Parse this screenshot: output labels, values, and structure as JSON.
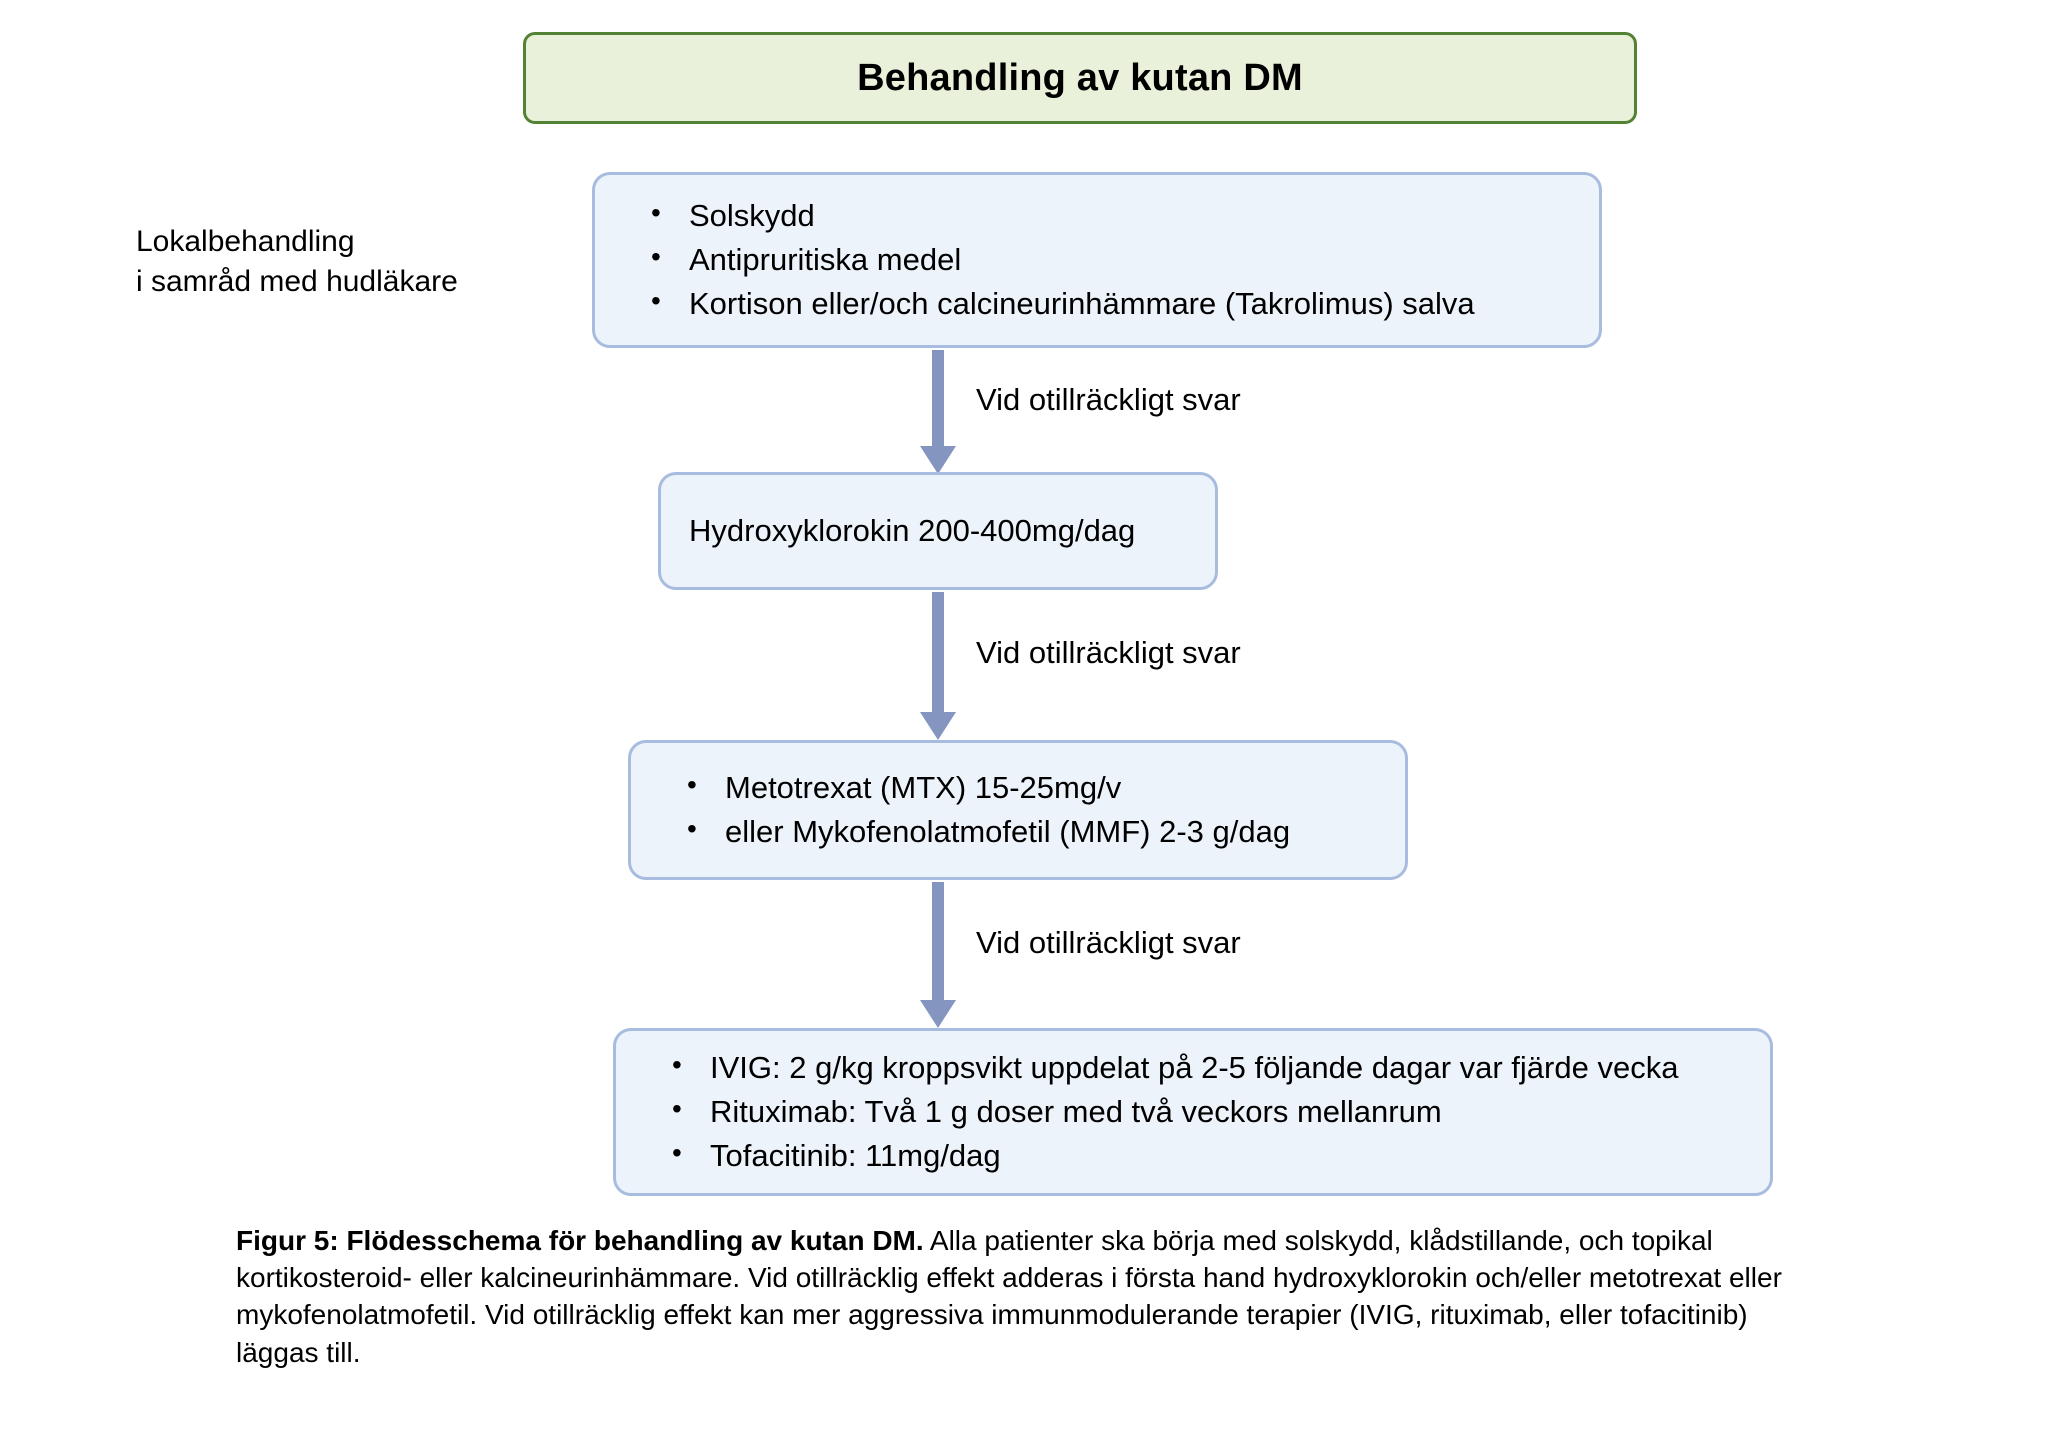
{
  "title": {
    "text": "Behandling av kutan DM"
  },
  "side_label": {
    "line1": "Lokalbehandling",
    "line2": "i samråd med hudläkare"
  },
  "steps": [
    {
      "id": "topical",
      "items": [
        "Solskydd",
        "Antipruritiska medel",
        "Kortison eller/och calcineurinhämmare (Takrolimus) salva"
      ]
    },
    {
      "id": "hydroxychloroquine",
      "items": [
        "Hydroxyklorokin 200-400mg/dag"
      ]
    },
    {
      "id": "mtx-mmf",
      "items": [
        "Metotrexat (MTX) 15-25mg/v",
        "eller Mykofenolatmofetil (MMF) 2-3 g/dag"
      ]
    },
    {
      "id": "advanced",
      "items": [
        "IVIG: 2 g/kg kroppsvikt uppdelat på 2-5 följande dagar var fjärde vecka",
        "Rituximab: Två 1 g doser med två veckors mellanrum",
        "Tofacitinib: 11mg/dag"
      ]
    }
  ],
  "transitions": [
    {
      "label": "Vid otillräckligt svar"
    },
    {
      "label": "Vid otillräckligt svar"
    },
    {
      "label": "Vid otillräckligt svar"
    }
  ],
  "caption": {
    "bold_lead": "Figur 5: Flödesschema för behandling av kutan DM.",
    "body": " Alla patienter ska börja med solskydd, klådstillande, och topikal kortikosteroid- eller kalcineurinhämmare. Vid otillräcklig effekt adderas i första hand hydroxyklorokin och/eller  metotrexat eller mykofenolatmofetil. Vid otillräcklig effekt kan mer aggressiva immunmodulerande terapier (IVIG, rituximab, eller tofacitinib) läggas till."
  },
  "colors": {
    "title_border": "#548235",
    "title_fill": "#E9F1DB",
    "box_border": "#A8BCDF",
    "box_fill": "#EDF3FB",
    "arrow": "#8496C0",
    "text": "#000000"
  },
  "icons": {
    "arrow_down": "arrow-down-icon",
    "bullet": "bullet-icon"
  }
}
